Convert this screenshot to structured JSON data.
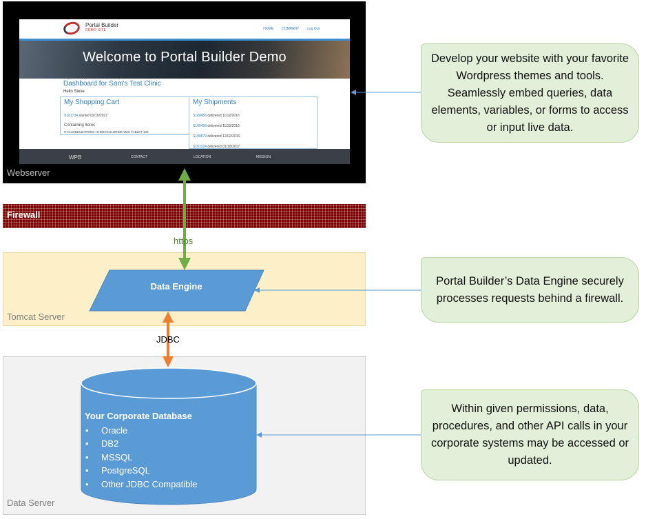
{
  "webserver": {
    "label": "Webserver",
    "site": {
      "logo_title": "Portal Builder",
      "logo_subtitle": "DEMO SITE",
      "nav": [
        "HOME",
        "COMPANY",
        "Log Out"
      ],
      "hero_title": "Welcome to Portal Builder Demo",
      "dashboard_title": "Dashboard for Sam's Test Clinic",
      "greeting": "Hello Steve",
      "cart": {
        "title": "My Shopping Cart",
        "order_id": "S101734",
        "order_text": "started 02/10/2017",
        "items_label": "Containing Items",
        "item": "CYCLOBENZAPRINE HYDROCHLORIDE 5MG TABLET 100"
      },
      "shipments": {
        "title": "My Shipments",
        "rows": [
          {
            "id": "S100456",
            "text": "delivered 11/12/2016"
          },
          {
            "id": "S100459",
            "text": "delivered 11/15/2016"
          },
          {
            "id": "S100879",
            "text": "delivered 12/02/2016"
          },
          {
            "id": "S101024",
            "text": "delivered 01/18/2017"
          }
        ]
      },
      "footer": {
        "brand": "WPB",
        "links": [
          "CONTACT",
          "LOCATION",
          "MISSION"
        ]
      }
    }
  },
  "firewall": {
    "label": "Firewall"
  },
  "connections": {
    "https": "https",
    "jdbc": "JDBC"
  },
  "tomcat": {
    "label": "Tomcat Server",
    "engine": "Data Engine"
  },
  "dataserver": {
    "label": "Data Server",
    "db_title": "Your Corporate Database",
    "db_items": [
      "Oracle",
      "DB2",
      "MSSQL",
      "PostgreSQL",
      "Other JDBC Compatible"
    ]
  },
  "callouts": [
    "Develop your website with your favorite Wordpress themes and tools. Seamlessly embed queries, data elements, variables, or forms to access or input live data.",
    "Portal Builder’s Data Engine securely processes requests behind a firewall.",
    "Within given permissions, data, procedures, and other API calls in your corporate systems may be accessed or updated."
  ],
  "colors": {
    "webserver_bg": "#000000",
    "firewall": "#7a0000",
    "tomcat_bg": "#fdf0c8",
    "dataserver_bg": "#f2f2f2",
    "engine_fill": "#5b9bd5",
    "https_arrow": "#70ad47",
    "jdbc_arrow": "#ed7d31",
    "callout_fill": "#e2efd9",
    "connector_line": "#5b9bd5"
  }
}
